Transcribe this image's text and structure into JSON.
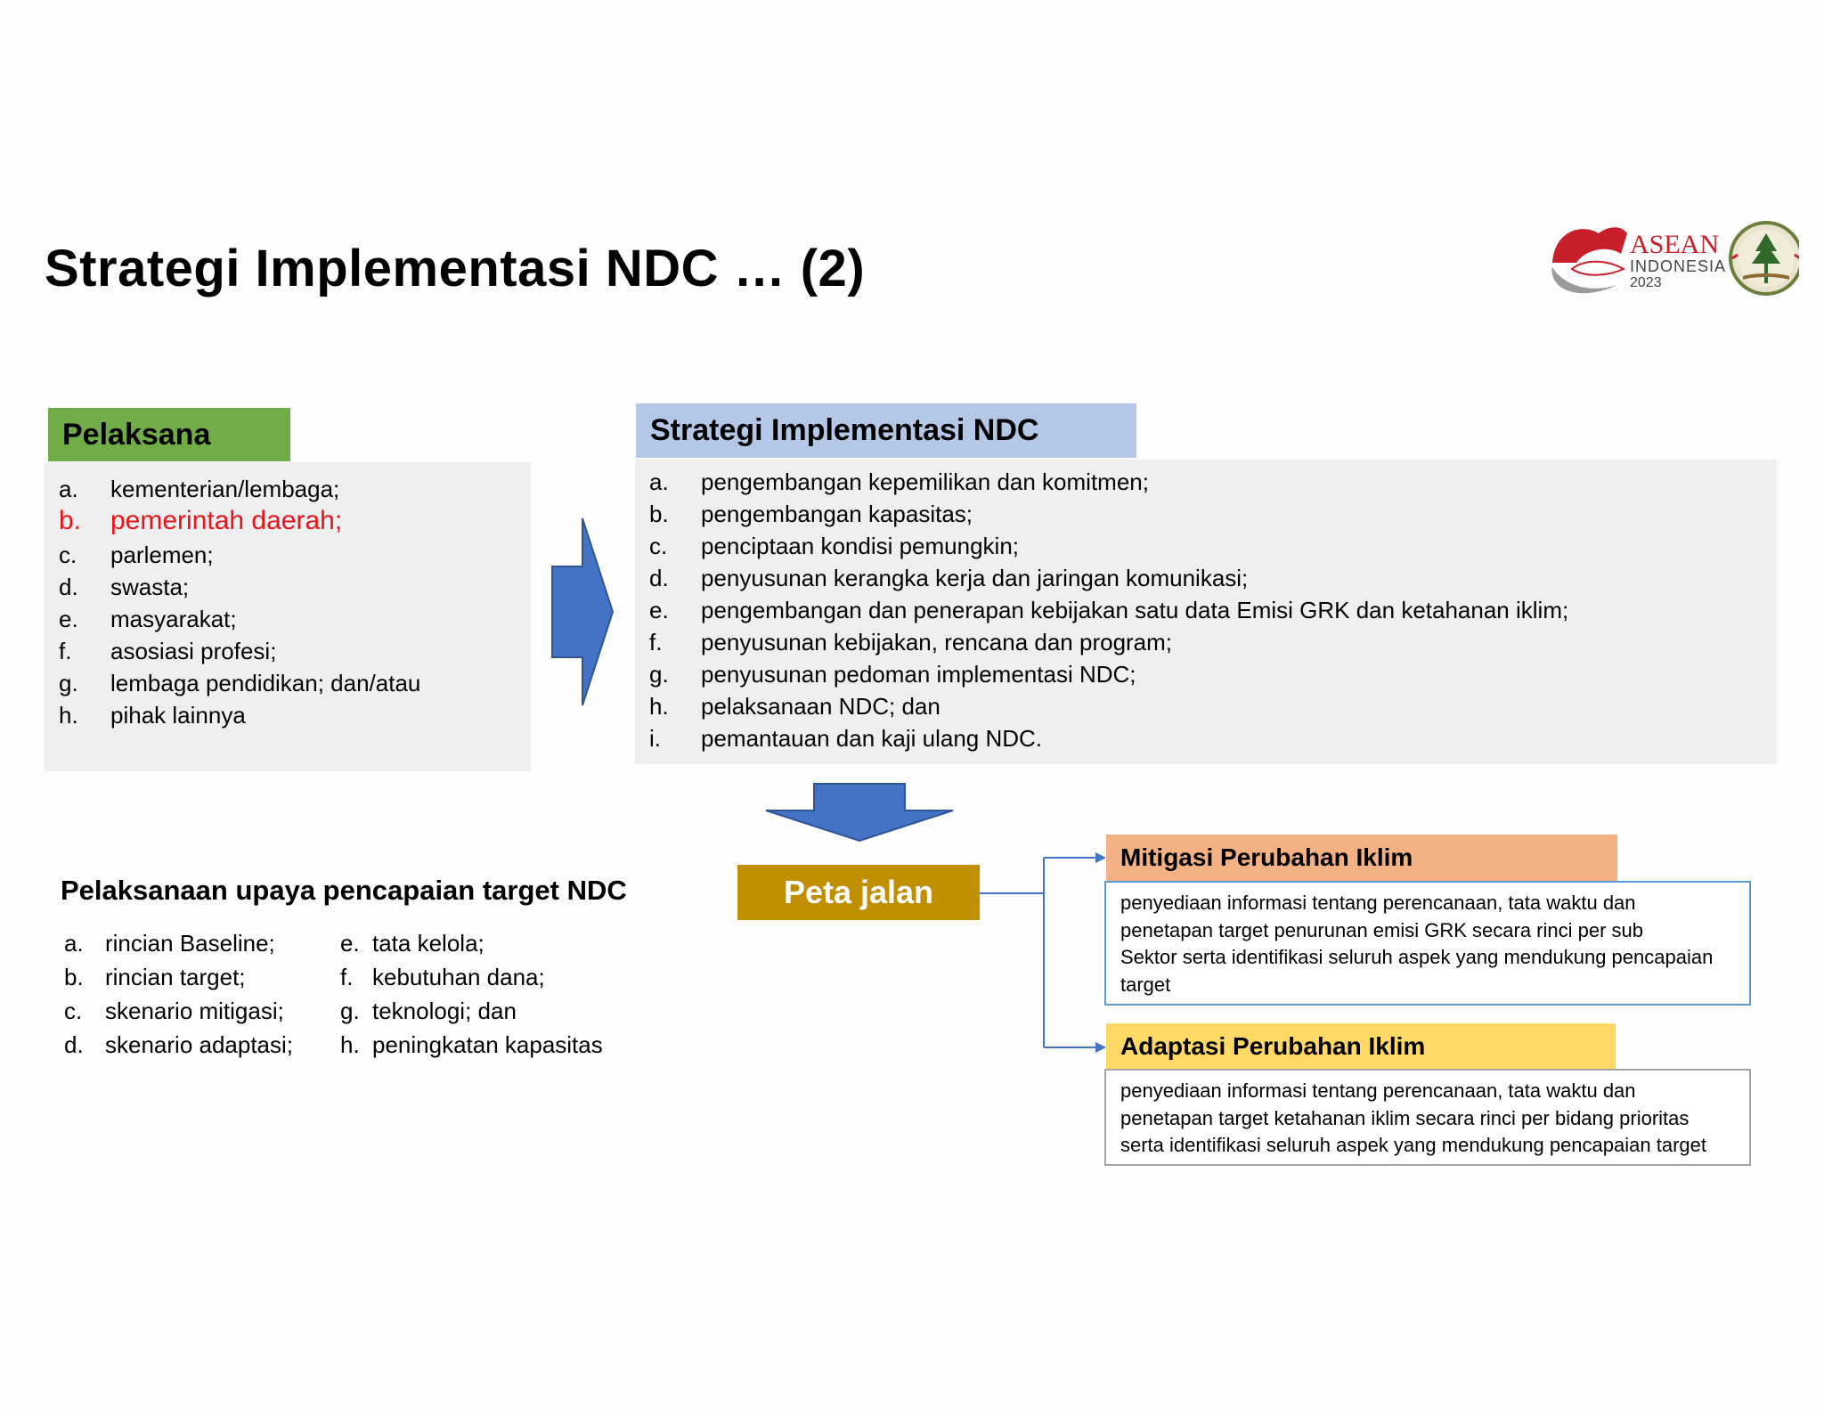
{
  "title": "Strategi Implementasi NDC … (2)",
  "logo": {
    "text_main": "ASEAN",
    "text_country": "INDONESIA",
    "text_year": "2023"
  },
  "pelaksana": {
    "header": "Pelaksana",
    "items": [
      {
        "letter": "a.",
        "text": "kementerian/lembaga;"
      },
      {
        "letter": "b.",
        "text": "pemerintah daerah;"
      },
      {
        "letter": "c.",
        "text": "parlemen;"
      },
      {
        "letter": "d.",
        "text": "swasta;"
      },
      {
        "letter": "e.",
        "text": "masyarakat;"
      },
      {
        "letter": "f.",
        "text": "asosiasi profesi;"
      },
      {
        "letter": "g.",
        "text": "lembaga pendidikan; dan/atau"
      },
      {
        "letter": "h.",
        "text": "pihak lainnya"
      }
    ]
  },
  "strategi": {
    "header": "Strategi Implementasi NDC",
    "items": [
      {
        "letter": "a.",
        "text": "pengembangan kepemilikan dan komitmen;"
      },
      {
        "letter": "b.",
        "text": "pengembangan kapasitas;"
      },
      {
        "letter": "c.",
        "text": "penciptaan kondisi pemungkin;"
      },
      {
        "letter": "d.",
        "text": "penyusunan kerangka kerja dan jaringan komunikasi;"
      },
      {
        "letter": "e.",
        "text": "pengembangan dan penerapan kebijakan satu data Emisi GRK dan ketahanan iklim;"
      },
      {
        "letter": "f.",
        "text": "penyusunan kebijakan, rencana dan program;"
      },
      {
        "letter": "g.",
        "text": "penyusunan pedoman implementasi NDC;"
      },
      {
        "letter": "h.",
        "text": "pelaksanaan NDC; dan"
      },
      {
        "letter": "i.",
        "text": "pemantauan dan kaji ulang NDC."
      }
    ]
  },
  "pelaksanaan": {
    "header": "Pelaksanaan upaya pencapaian target NDC",
    "col1": [
      {
        "letter": "a.",
        "text": "rincian Baseline;"
      },
      {
        "letter": "b.",
        "text": "rincian target;"
      },
      {
        "letter": "c.",
        "text": "skenario mitigasi;"
      },
      {
        "letter": "d.",
        "text": "skenario adaptasi;"
      }
    ],
    "col2": [
      {
        "letter": "e.",
        "text": "tata kelola;"
      },
      {
        "letter": "f.",
        "text": "kebutuhan dana;"
      },
      {
        "letter": "g.",
        "text": "teknologi; dan"
      },
      {
        "letter": "h.",
        "text": "peningkatan kapasitas"
      }
    ]
  },
  "peta_jalan": "Peta jalan",
  "mitigasi": {
    "header": "Mitigasi Perubahan Iklim",
    "lines": [
      "penyediaan informasi tentang perencanaan, tata waktu dan",
      "penetapan target penurunan emisi GRK secara rinci per sub",
      "Sektor serta identifikasi seluruh aspek yang mendukung pencapaian",
      "target"
    ]
  },
  "adaptasi": {
    "header": "Adaptasi Perubahan Iklim",
    "lines": [
      "penyediaan informasi tentang perencanaan, tata waktu dan",
      "penetapan target ketahanan iklim secara rinci per bidang prioritas",
      "serta identifikasi seluruh aspek yang mendukung pencapaian target"
    ]
  },
  "colors": {
    "pelaksana_header": "#70ad47",
    "strategi_header": "#b4c7e7",
    "peta_jalan": "#bf8f00",
    "mitigasi_header": "#f4b183",
    "adaptasi_header": "#ffd966",
    "arrow": "#4472c4",
    "highlight": "#e8141b"
  }
}
